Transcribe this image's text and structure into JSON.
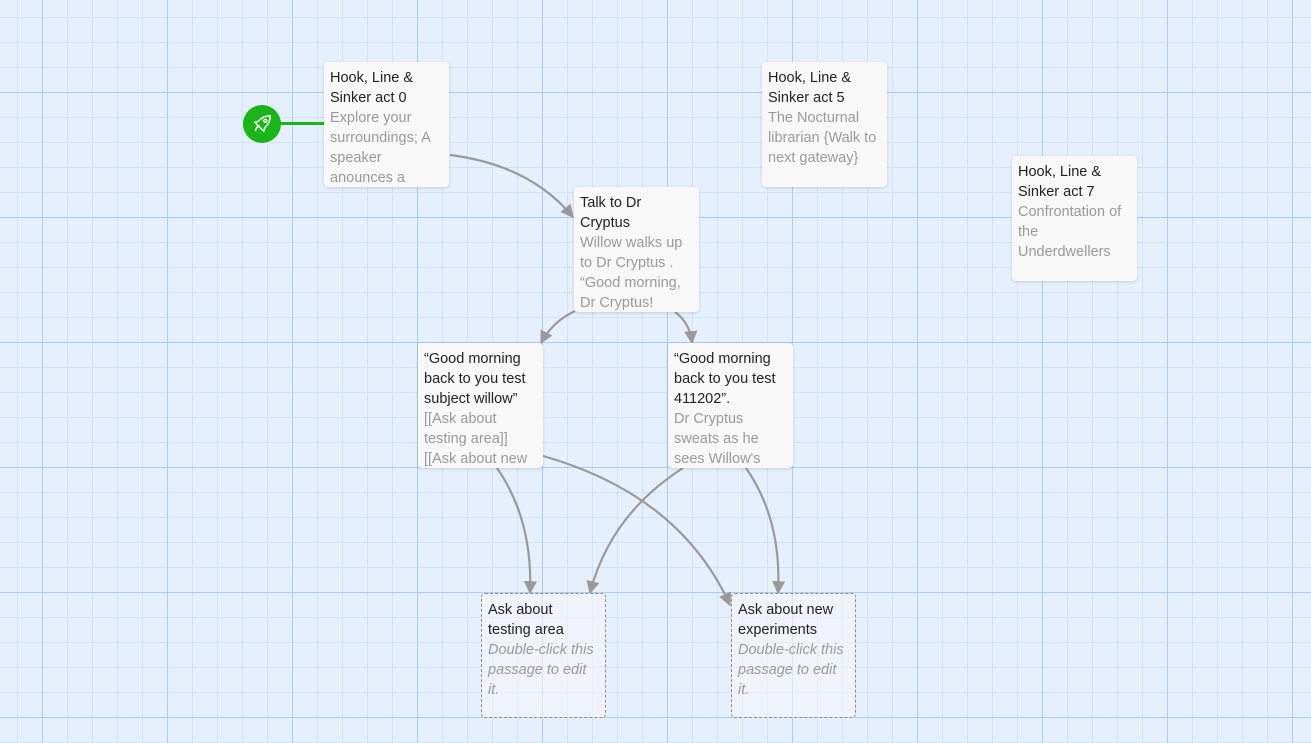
{
  "passages": [
    {
      "title": "Hook, Line & Sinker act 0",
      "excerpt": "Explore your surroundings; A speaker anounces a",
      "broken": false
    },
    {
      "title": "Hook, Line & Sinker act 5",
      "excerpt": "The Nocturnal librarian {Walk to next gateway}",
      "broken": false
    },
    {
      "title": "Hook, Line & Sinker act 7",
      "excerpt": "Confrontation of the Underdwellers",
      "broken": false
    },
    {
      "title": "Talk to Dr Cryptus",
      "excerpt": "Willow walks up to Dr Cryptus . “Good morning, Dr Cryptus!",
      "broken": false
    },
    {
      "title": "“Good morning back to you test subject willow”",
      "excerpt": "[[Ask about testing area]] [[Ask about new",
      "broken": false
    },
    {
      "title": "“Good morning back to you test 411202”.",
      "excerpt": "Dr Cryptus sweats as he sees Willow's",
      "broken": false
    },
    {
      "title": "Ask about testing area",
      "excerpt": "Double-click this passage to edit it.",
      "broken": true
    },
    {
      "title": "Ask about new experiments",
      "excerpt": "Double-click this passage to edit it.",
      "broken": true
    }
  ],
  "start_marker": {
    "icon": "rocket-icon",
    "color": "#19b519"
  },
  "colors": {
    "canvas": "#e6f0fc",
    "grid_major": "#a9cdf0",
    "grid_minor": "#cfe2f7",
    "connection": "#999999",
    "start": "#19b519"
  }
}
